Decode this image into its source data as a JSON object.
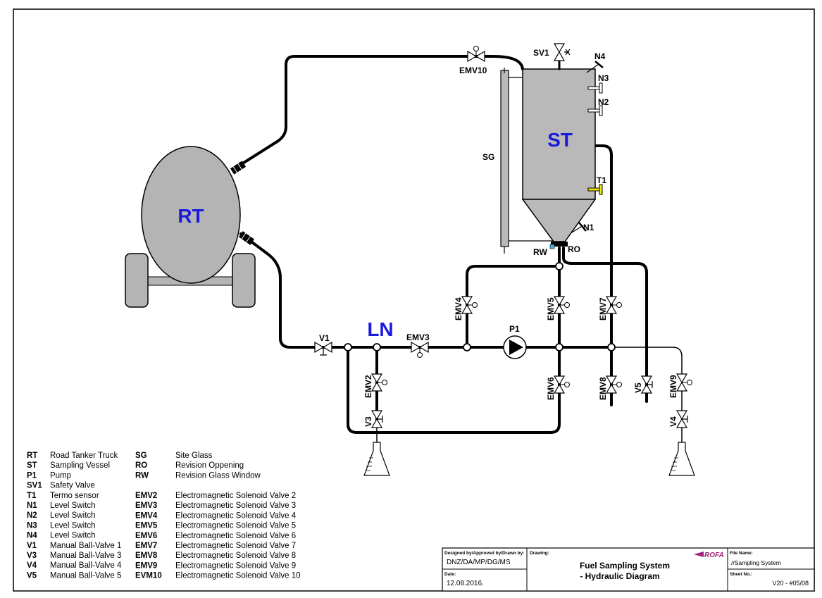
{
  "components": {
    "road_tanker": "RT",
    "sampling_vessel": "ST",
    "line": "LN",
    "site_glass": "SG",
    "safety_valve": "SV1",
    "pump": "P1",
    "thermo_sensor": "T1",
    "level_switches": [
      "N4",
      "N3",
      "N2",
      "N1"
    ],
    "revision_opening": "RO",
    "revision_window": "RW"
  },
  "valves": {
    "emv10": "EMV10",
    "v1": "V1",
    "emv3": "EMV3",
    "emv4": "EMV4",
    "emv5": "EMV5",
    "emv7": "EMV7",
    "emv2": "EMV2",
    "v3": "V3",
    "emv6": "EMV6",
    "emv8": "EMV8",
    "v5": "V5",
    "emv9": "EMV9",
    "v4": "V4"
  },
  "legend_left": [
    {
      "code": "RT",
      "desc": "Road Tanker Truck"
    },
    {
      "code": "ST",
      "desc": "Sampling Vessel"
    },
    {
      "code": "P1",
      "desc": "Pump"
    },
    {
      "code": "SV1",
      "desc": "Safety Valve"
    },
    {
      "code": "T1",
      "desc": "Termo sensor"
    },
    {
      "code": "N1",
      "desc": "Level Switch"
    },
    {
      "code": "N2",
      "desc": "Level Switch"
    },
    {
      "code": "N3",
      "desc": "Level Switch"
    },
    {
      "code": "N4",
      "desc": "Level Switch"
    },
    {
      "code": "V1",
      "desc": "Manual Ball-Valve 1"
    },
    {
      "code": "V3",
      "desc": "Manual Ball-Valve 3"
    },
    {
      "code": "V4",
      "desc": "Manual Ball-Valve 4"
    },
    {
      "code": "V5",
      "desc": "Manual Ball-Valve 5"
    }
  ],
  "legend_right_top": [
    {
      "code": "SG",
      "desc": "Site Glass"
    },
    {
      "code": "RO",
      "desc": "Revision Oppening"
    },
    {
      "code": "RW",
      "desc": "Revision Glass Window"
    }
  ],
  "legend_right_bottom": [
    {
      "code": "EMV2",
      "desc": "Electromagnetic Solenoid Valve 2"
    },
    {
      "code": "EMV3",
      "desc": "Electromagnetic Solenoid Valve 3"
    },
    {
      "code": "EMV4",
      "desc": "Electromagnetic Solenoid Valve 4"
    },
    {
      "code": "EMV5",
      "desc": "Electromagnetic Solenoid Valve 5"
    },
    {
      "code": "EMV6",
      "desc": "Electromagnetic Solenoid Valve 6"
    },
    {
      "code": "EMV7",
      "desc": "Electromagnetic Solenoid Valve 7"
    },
    {
      "code": "EMV8",
      "desc": "Electromagnetic Solenoid Valve 8"
    },
    {
      "code": "EMV9",
      "desc": "Electromagnetic Solenoid Valve 9"
    },
    {
      "code": "EVM10",
      "desc": "Electromagnetic Solenoid Valve 10"
    }
  ],
  "title_block": {
    "designed_label": "Designed by/Approved by/Drawn by:",
    "designed_value": "DNZ/DA/MP/DG/MS",
    "date_label": "Date:",
    "date_value": "12.08.2016.",
    "drawing_label": "Drawing:",
    "drawing_line1": "Fuel Sampling System",
    "drawing_line2": "- Hydraulic Diagram",
    "logo_text": "ROFA",
    "file_label": "File Name:",
    "file_value": "//Sampling System",
    "sheet_label": "Sheet No.:",
    "sheet_value": "V20 - #05/08"
  },
  "colors": {
    "tank_fill": "#b4b4b4",
    "vessel_fill": "#b9b9b9",
    "component_label": "#1a1adb",
    "thermo_sensor": "#f3e600",
    "logo": "#a0207a"
  }
}
